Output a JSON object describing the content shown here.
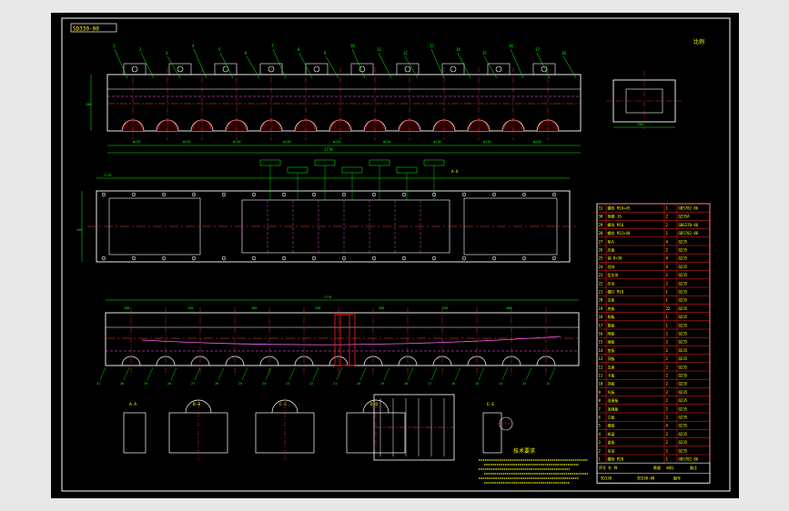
{
  "drawing": {
    "title_tag": "SD330-00",
    "sheet_mark": "比例",
    "section_labels": [
      "A-A",
      "B-B",
      "C-C",
      "D-D",
      "E-E",
      "I"
    ],
    "notes_title": "技术要求",
    "title_block": {
      "row1": [
        "序号",
        "名 称",
        "数量",
        "材料",
        "备注"
      ],
      "footer": [
        "SD330",
        "SD330-00",
        "图号"
      ]
    },
    "colors": {
      "frame": "#ffffff",
      "part": "#ffffff",
      "dim": "#00ff00",
      "center": "#ff4040",
      "hidden": "#ff60ff",
      "hatch": "#ff2020",
      "text": "#ffff00",
      "cyan": "#00ffff"
    }
  },
  "bom": {
    "rows": [
      [
        "31",
        "螺栓 M16×45",
        "1",
        "GB5782-86"
      ],
      [
        "30",
        "垫圈 16",
        "2",
        "Q235A"
      ],
      [
        "29",
        "螺母 M16",
        "2",
        "GB6170-86"
      ],
      [
        "28",
        "螺栓 M12×40",
        "1",
        "GB5782-86"
      ],
      [
        "27",
        "垫片",
        "4",
        "Q235"
      ],
      [
        "26",
        "压板",
        "2",
        "Q235"
      ],
      [
        "25",
        "销 8×30",
        "4",
        "Q235"
      ],
      [
        "24",
        "挡块",
        "4",
        "Q235"
      ],
      [
        "23",
        "定位块",
        "2",
        "Q235"
      ],
      [
        "22",
        "压块",
        "2",
        "Q235"
      ],
      [
        "21",
        "螺钉 M10",
        "1",
        "Q235"
      ],
      [
        "20",
        "支板",
        "1",
        "Q235"
      ],
      [
        "19",
        "底板",
        "22",
        "Q235"
      ],
      [
        "18",
        "侧板",
        "1",
        "Q235"
      ],
      [
        "17",
        "筋板",
        "1",
        "Q235"
      ],
      [
        "16",
        "隔板",
        "2",
        "Q235"
      ],
      [
        "15",
        "端板",
        "2",
        "Q235"
      ],
      [
        "14",
        "垫板",
        "2",
        "Q235"
      ],
      [
        "13",
        "顶板",
        "2",
        "Q235"
      ],
      [
        "12",
        "支座",
        "2",
        "Q235"
      ],
      [
        "11",
        "卡板",
        "2",
        "Q235"
      ],
      [
        "10",
        "挡板",
        "2",
        "Q235"
      ],
      [
        "9",
        "托板",
        "2",
        "Q235"
      ],
      [
        "8",
        "连接板",
        "2",
        "Q235"
      ],
      [
        "7",
        "加强板",
        "2",
        "Q235"
      ],
      [
        "6",
        "立板",
        "2",
        "Q235"
      ],
      [
        "5",
        "横梁",
        "4",
        "Q235"
      ],
      [
        "4",
        "纵梁",
        "2",
        "Q235"
      ],
      [
        "3",
        "盖板",
        "2",
        "Q235"
      ],
      [
        "2",
        "吊耳",
        "2",
        "Q235"
      ],
      [
        "1",
        "螺栓 M20",
        "1",
        "GB5782-86"
      ]
    ]
  }
}
